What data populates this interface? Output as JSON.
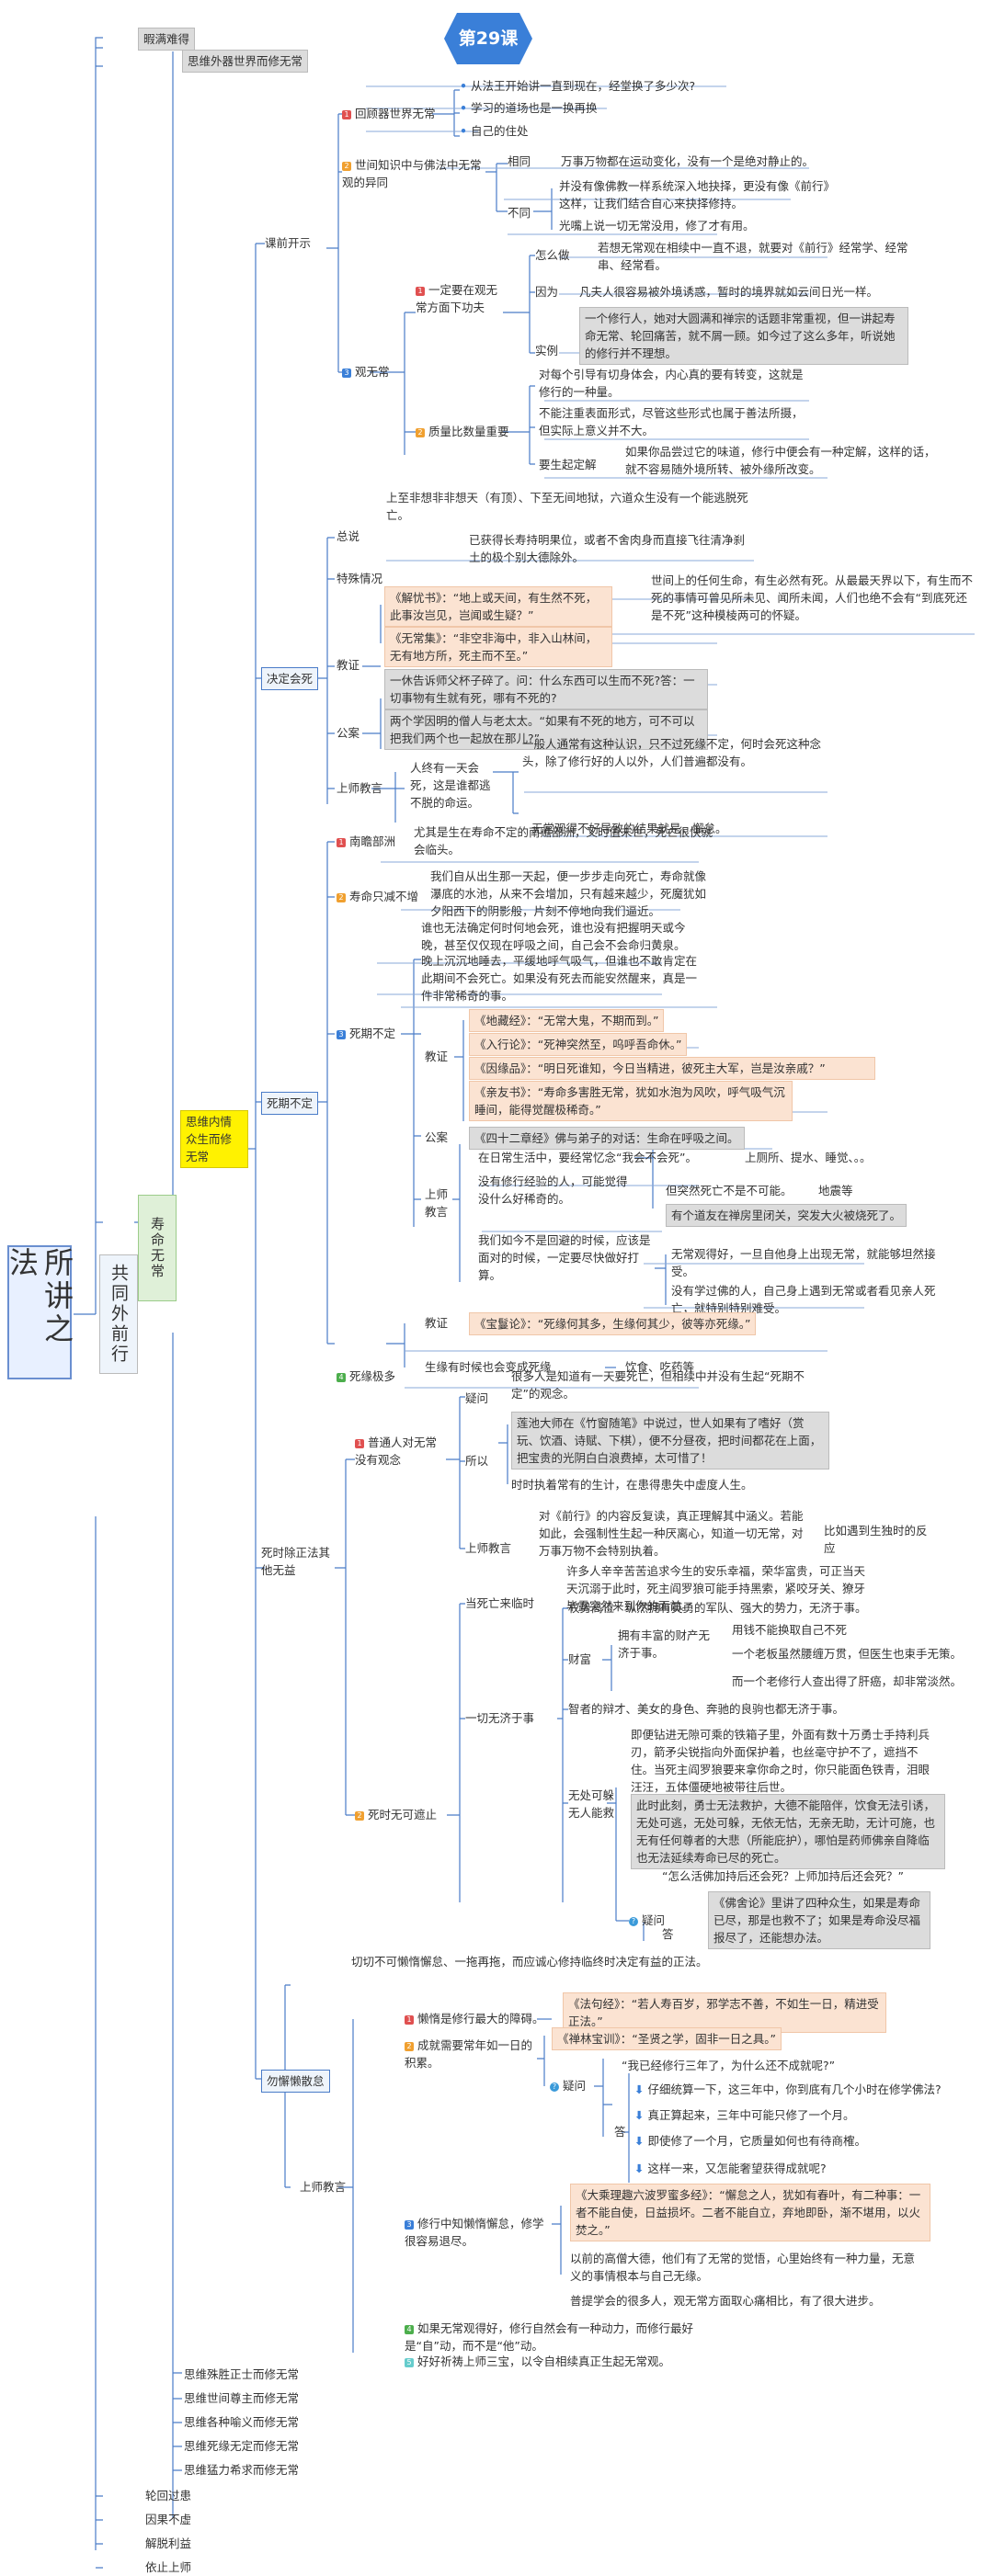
{
  "header": {
    "lesson": "第29课",
    "top_label": "暇满难得"
  },
  "root": {
    "title": "所讲之法"
  },
  "l1": {
    "common": "共同外前行",
    "imperm": "寿命无常",
    "inner": "思维内情众生而修无常"
  },
  "sib": {
    "outer": "思维外器世界而修无常",
    "s1": "思维殊胜正士而修无常",
    "s2": "思维世间尊主而修无常",
    "s3": "思维各种喻义而修无常",
    "s4": "思维死缘无定而修无常",
    "s5": "思维猛力希求而修无常",
    "b1": "轮回过患",
    "b2": "因果不虚",
    "b3": "解脱利益",
    "b4": "依止上师"
  },
  "prelim": {
    "label": "课前开示",
    "hg": "回顾器世界无常",
    "hg1": "从法王开始讲一直到现在，经堂换了多少次?",
    "hg2": "学习的道场也是一换再换",
    "hg3": "自己的住处",
    "sj": "世间知识中与佛法中无常观的异同",
    "xt": "相同",
    "xt1": "万事万物都在运动变化，没有一个是绝对静止的。",
    "bt": "不同",
    "bt1": "并没有像佛教一样系统深入地抉择，更没有像《前行》这样，让我们结合自心来抉择修持。",
    "bt2": "光嘴上说一切无常没用，修了才有用。",
    "gw": "观无常",
    "yd": "一定要在观无常方面下功夫",
    "zmz": "怎么做",
    "zmz1": "若想无常观在相续中一直不退，就要对《前行》经常学、经常串、经常看。",
    "yw": "因为",
    "yw1": "凡夫人很容易被外境诱惑，暂时的境界就如云间日光一样。",
    "sl": "实例",
    "sl1": "一个修行人，她对大圆满和禅宗的话题非常重视，但一讲起寿命无常、轮回痛苦，就不屑一顾。如今过了这么多年，听说她的修行并不理想。",
    "zl": "质量比数量重要",
    "zl1": "对每个引导有切身体会，内心真的要有转变，这就是修行的一种量。",
    "zl2": "不能注重表面形式，尽管这些形式也属于善法所摄，但实际上意义并不大。",
    "ys": "要生起定解",
    "ys1": "如果你品尝过它的味道，修行中便会有一种定解，这样的话，就不容易随外境所转、被外缘所改变。"
  },
  "death": {
    "label": "决定会死",
    "zs": "总说",
    "zs1": "上至非想非非想天（有顶）、下至无间地狱，六道众生没有一个能逃脱死亡。",
    "tsqk": "特殊情况",
    "tsqk1": "已获得长寿持明果位，或者不舍肉身而直接飞往清净刹土的极个别大德除外。",
    "jz": "教证",
    "jz1": "《解忧书》：“地上或天间，有生然不死，此事汝岂见，岂闻或生疑？”",
    "jz1e": "世间上的任何生命，有生必然有死。从最最天界以下，有生而不死的事情可曾见所未见、闻所未闻，人们也绝不会有“到底死还是不死”这种模棱两可的怀疑。",
    "jz2": "《无常集》：“非空非海中，非入山林间，无有地方所，死主而不至。”",
    "ga": "公案",
    "ga1": "一休告诉师父杯子碎了。问：什么东西可以生而不死?答：一切事物有生就有死，哪有不死的?",
    "ga2": "两个学因明的僧人与老太太。“如果有不死的地方，可不可以把我们两个也一起放在那儿?”",
    "sj": "上师教言",
    "sj1": "人终有一天会死，这是谁都逃不脱的命运。",
    "sj2": "一般人通常有这种认识，只不过死缘不定，何时会死这种念头，除了修行好的人以外，人们普遍都没有。",
    "sj3": "无常观得不好导致的结果就是，懈怠。"
  },
  "uncert": {
    "label": "死期不定",
    "nz": "南瞻部洲",
    "nz1": "尤其是生在寿命不定的南赡部洲，又时值末世，死亡很快就会临头。",
    "sm": "寿命只减不增",
    "sm1": "我们自从出生那一天起，便一步步走向死亡，寿命就像瀑底的水池，从来不会增加，只有越来越少，死魔犹如夕阳西下的阴影般，片刻不停地向我们逼近。",
    "sq": "死期不定",
    "sq1": "谁也无法确定何时何地会死，谁也没有把握明天或今晚，甚至仅仅现在呼吸之间，自己会不会命归黄泉。",
    "sq2": "晚上沉沉地睡去，平缓地呼气吸气，但谁也不敢肯定在此期间不会死亡。如果没有死去而能安然醒来，真是一件非常稀奇的事。",
    "jz": "教证",
    "jz1": "《地藏经》：“无常大鬼，不期而到。”",
    "jz2": "《入行论》：“死神突然至，呜呼吾命休。”",
    "jz3": "《因缘品》：“明日死谁知，今日当精进，彼死主大军，岂是汝亲戚？”",
    "jz4": "《亲友书》：“寿命多害胜无常，犹如水泡为风吹，呼气吸气沉睡间，能得觉醒极稀奇。”",
    "ga": "公案",
    "ga1": "《四十二章经》佛与弟子的对话：生命在呼吸之间。",
    "sj": "上师教言",
    "sj1": "在日常生活中，要经常忆念“我会不会死”。",
    "sj1a": "上厕所、提水、睡觉、。。",
    "sj2": "没有修行经验的人，可能觉得没什么好稀奇的。",
    "sj2a": "但突然死亡不是不可能。",
    "sj2b": "地震等",
    "sj2c": "有个道友在禅房里闭关，突发大火被烧死了。",
    "sj3": "我们如今不是回避的时候，应该是面对的时候，一定要尽快做好打算。",
    "sj3a": "无常观得好，一旦自他身上出现无常，就能够坦然接受。",
    "sj3b": "没有学过佛的人，自己身上遇到无常或者看见亲人死亡，就特别特别难受。",
    "sy": "死缘极多",
    "sy1": "《宝鬘论》：“死缘何其多，生缘何其少，彼等亦死缘。”",
    "sy2": "生缘有时候也会变成死缘",
    "sy2a": "饮食、吃药等"
  },
  "dharma": {
    "label": "死时除正法其他无益",
    "pt": "普通人对无常没有观念",
    "yw": "疑问",
    "yw1": "很多人是知道有一天要死亡，但相续中并没有生起“死期不定”的观念。",
    "sy": "所以",
    "sy1": "莲池大师在《竹窗随笔》中说过，世人如果有了嗜好（赏玩、饮酒、诗赋、下棋），便不分昼夜，把时间都花在上面，把宝贵的光阴白白浪费掉，太可惜了！",
    "sy2": "时时执着常有的生计，在患得患失中虚度人生。",
    "sj": "上师教言",
    "sj1": "对《前行》的内容反复读，真正理解其中涵义。若能如此，会强制性生起一种厌离心，知道一切无常，对万事万物不会特别执着。",
    "sj1a": "比如遇到生独时的反应",
    "sw": "死时无可遮止",
    "ws": "当死亡来临时",
    "ws1": "许多人辛辛苦苦追求今生的安乐幸福，荣华富贵，可正当天天沉溺于此时，死主阎罗狼可能手持黑索，紧咬牙关、獠牙毕露突然来到你的面前。",
    "yq": "一切无济于事",
    "qs": "权势高位",
    "qs1": "纵然拥有英勇的军队、强大的势力，无济于事。",
    "cf": "财富",
    "yy": "拥有丰富的财产无济于事。",
    "yy1": "用钱不能换取自己不死",
    "yy2": "一个老板虽然腰缠万贯，但医生也束手无策。",
    "yy3": "而一个老修行人查出得了肝癌，却非常淡然。",
    "zm": "智者的辩才、美女的身色、奔驰的良驹也都无济于事。",
    "wc": "无处可躲无人能救",
    "wc1": "即便钻进无隙可乘的铁箱子里，外面有数十万勇士手持利兵刃，箭矛尖锐指向外面保护着，也丝毫守护不了，遮挡不住。当死主阎罗狼要来拿你命之时，你只能面色铁青，泪眼汪汪，五体僵硬地被带往后世。",
    "wc2": "此时此刻，勇士无法救护，大德不能陪伴，饮食无法引诱，无处可逃，无处可躲，无依无怙，无亲无助，无计可施，也无有任何尊者的大悲（所能庇护），哪怕是药师佛亲自降临也无法延续寿命已尽的死亡。",
    "q": "“怎么活佛加持后还会死？上师加持后还会死？”",
    "da": "答",
    "a": "《佛舍论》里讲了四种众生，如果是寿命已尽，那是也救不了；如果是寿命没尽福报尽了，还能想办法。"
  },
  "lazy": {
    "label": "勿懈懒散怠",
    "intro": "切切不可懒惰懈怠、一拖再拖，而应诚心修持临终时决定有益的正法。",
    "lx": "懒惰是修行最大的障碍。",
    "lx1": "《法句经》：“若人寿百岁，邪学志不善，不如生一日，精进受正法。”",
    "cj": "成就需要常年如一日的积累。",
    "cj1": "《禅林宝训》：“圣贤之学，固非一日之具。”",
    "yw": "疑问",
    "yw1": "“我已经修行三年了，为什么还不成就呢?”",
    "da": "答",
    "da1": "仔细统算一下，这三年中，你到底有几个小时在修学佛法?",
    "da2": "真正算起来，三年中可能只修了一个月。",
    "da3": "即使修了一个月，它质量如何也有待商榷。",
    "da4": "这样一来，又怎能奢望获得成就呢?",
    "sj": "上师教言",
    "xx": "修行中知懒惰懈怠，修学很容易退尽。",
    "xx1": "《大乘理趣六波罗蜜多经》：“懈怠之人，犹如有春叶，有二种事：一者不能自使，日益损坏。二者不能自立，弃地即卧，渐不堪用，以火焚之。”",
    "xx2": "以前的高僧大德，他们有了无常的觉悟，心里始终有一种力量，无意义的事情根本与自己无缘。",
    "xx3": "普提学会的很多人，观无常方面取心痛相比，有了很大进步。",
    "rg": "如果无常观得好，修行自然会有一种动力，而修行最好是“自”动，而不是“他”动。",
    "hh": "好好祈祷上师三宝，以令自相续真正生起无常观。"
  }
}
